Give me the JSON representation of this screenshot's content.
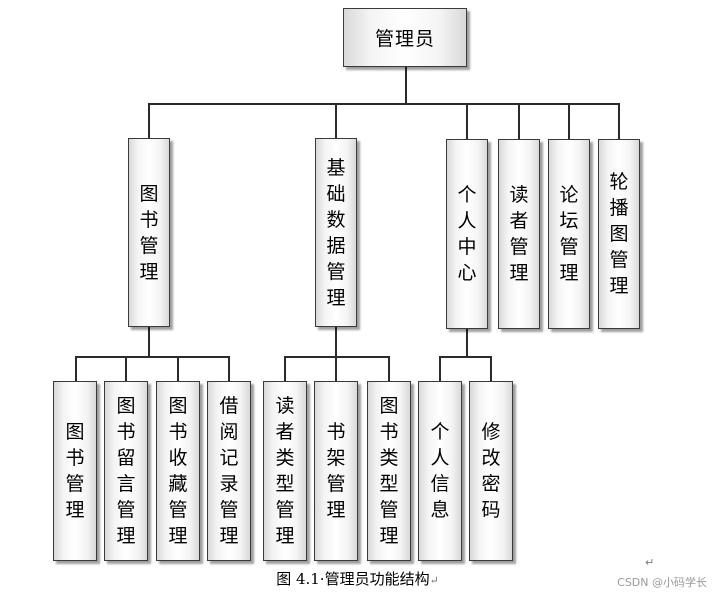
{
  "diagram": {
    "root": "管理员",
    "level1": [
      "图书管理",
      "基础数据管理",
      "个人中心",
      "读者管理",
      "论坛管理",
      "轮播图管理"
    ],
    "book_children": [
      "图书管理",
      "图书留言管理",
      "图书收藏管理",
      "借阅记录管理"
    ],
    "basic_children": [
      "读者类型管理",
      "书架管理",
      "图书类型管理"
    ],
    "personal_children": [
      "个人信息",
      "修改密码"
    ]
  },
  "caption": "图 4.1·管理员功能结构",
  "paragraph_mark": "↵",
  "watermark": "CSDN @小码学长"
}
